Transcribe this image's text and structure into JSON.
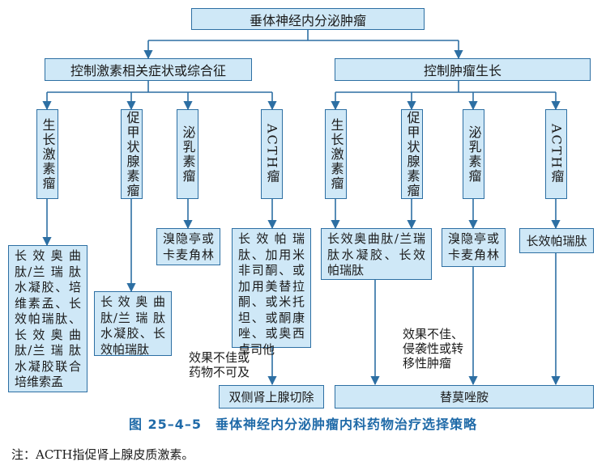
{
  "root": "垂体神经内分泌肿瘤",
  "branches": {
    "left": "控制激素相关症状或综合征",
    "right": "控制肿瘤生长"
  },
  "tumor_types": {
    "gh": "生长激素瘤",
    "pth": "促甲状腺素瘤",
    "prl": "泌乳素瘤",
    "acth": "ACTH瘤"
  },
  "left_treatments": {
    "gh": [
      "长 效 奥 曲",
      "肽/兰 瑞 肽",
      "水凝胶、培",
      "维素孟、长",
      "效帕瑞肽、",
      "长 效 奥 曲",
      "肽/兰 瑞 肽",
      "水凝胶联合",
      "培维索孟"
    ],
    "pth": [
      "长 效 奥 曲",
      "肽/兰 瑞 肽",
      "水凝胶、长",
      "效帕瑞肽"
    ],
    "prl": [
      "溴隐亭或",
      "卡麦角林"
    ],
    "acth": [
      "长 效 帕 瑞",
      "肽、加用米",
      "非司酮、或",
      "加用美替拉",
      "酮、或米托",
      "坦、或酮康",
      "唑、或奥西",
      "卓司他"
    ]
  },
  "right_treatments": {
    "gh_pth": [
      "长效奥曲肽/兰瑞",
      "肽水凝胶、长效",
      "帕瑞肽"
    ],
    "prl": [
      "溴隐亭或",
      "卡麦角林"
    ],
    "acth": "长效帕瑞肽"
  },
  "condition_left": [
    "效果不佳或",
    "药物不可及"
  ],
  "condition_right": [
    "效果不佳、",
    "侵袭性或转",
    "移性肿瘤"
  ],
  "outcome_left": "双侧肾上腺切除",
  "outcome_right": "替莫唑胺",
  "caption": "图 25–4–5　垂体神经内分泌肿瘤内科药物治疗选择策略",
  "note": "注：ACTH指促肾上腺皮质激素。",
  "colors": {
    "box_fill": "#cfe8f7",
    "box_border": "#2d6fa3",
    "connector": "#2d6fa3",
    "caption": "#1f6aa8"
  }
}
